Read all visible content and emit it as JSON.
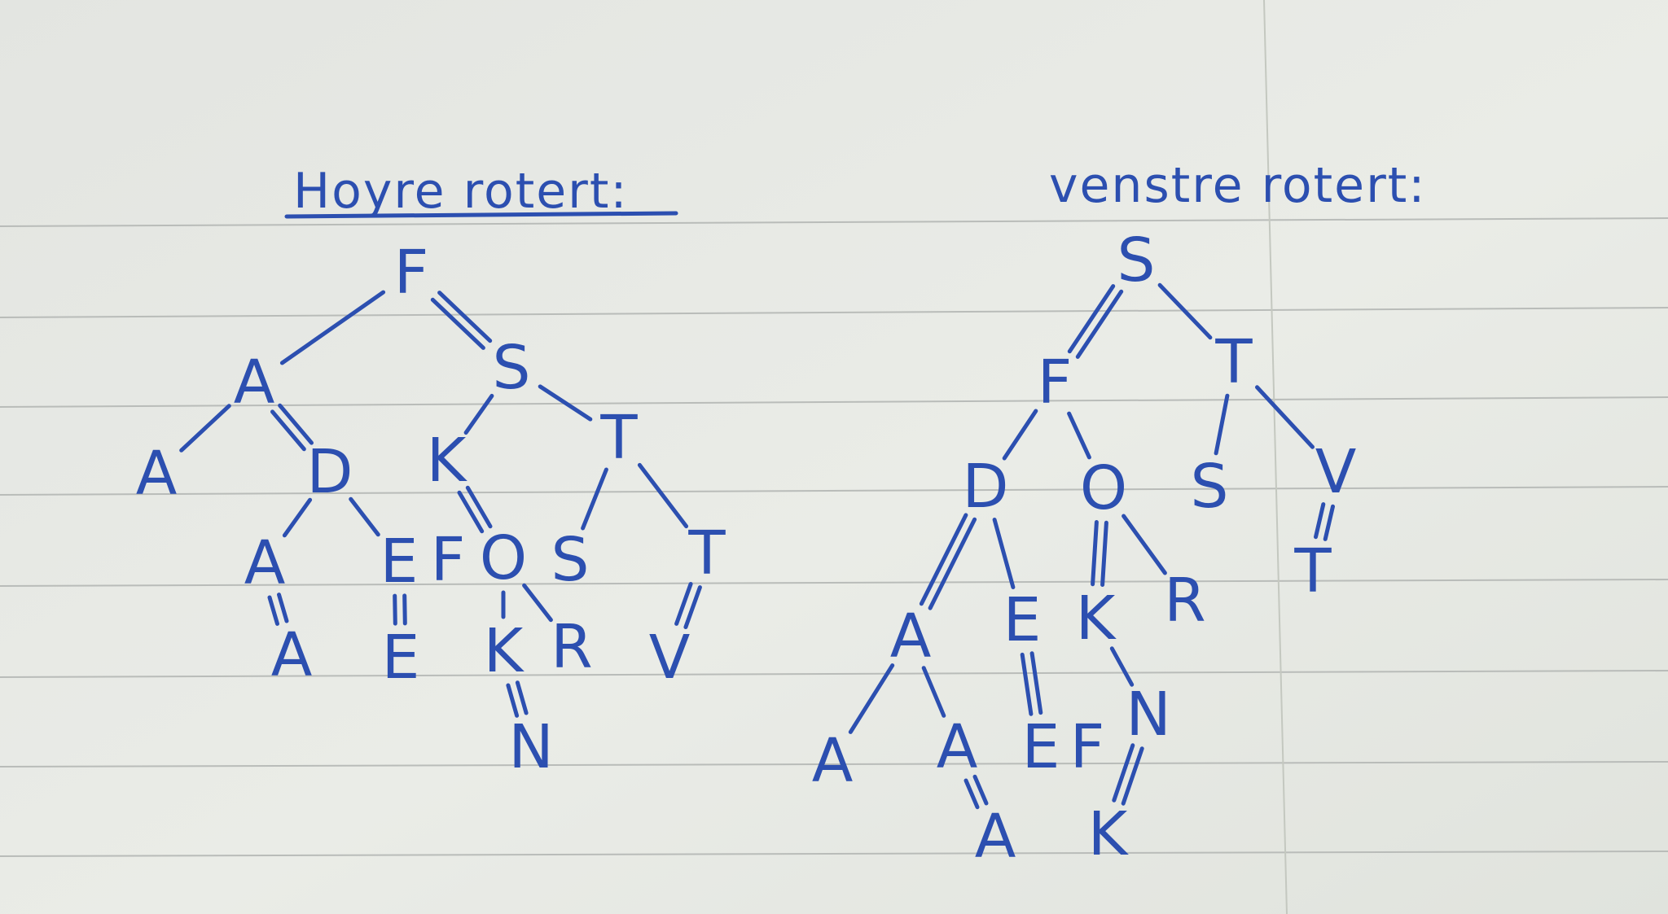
{
  "colors": {
    "paper": "#e7e9e4",
    "ink": "#2c4fb0",
    "rule": "#b9bcb9"
  },
  "trees": [
    {
      "id": "right",
      "title": "Hoyre rotert:",
      "nodes": [
        {
          "id": "r1",
          "label": "F"
        },
        {
          "id": "r2",
          "label": "A"
        },
        {
          "id": "r3",
          "label": "S"
        },
        {
          "id": "r4",
          "label": "A"
        },
        {
          "id": "r5",
          "label": "D"
        },
        {
          "id": "r6",
          "label": "K"
        },
        {
          "id": "r7",
          "label": "T"
        },
        {
          "id": "r8",
          "label": "A"
        },
        {
          "id": "r9",
          "label": "E"
        },
        {
          "id": "r10",
          "label": "F"
        },
        {
          "id": "r11",
          "label": "O"
        },
        {
          "id": "r12",
          "label": "S"
        },
        {
          "id": "r13",
          "label": "T"
        },
        {
          "id": "r14",
          "label": "A"
        },
        {
          "id": "r15",
          "label": "E"
        },
        {
          "id": "r16",
          "label": "K"
        },
        {
          "id": "r17",
          "label": "R"
        },
        {
          "id": "r18",
          "label": "V"
        },
        {
          "id": "r19",
          "label": "N"
        }
      ],
      "edges": [
        {
          "from": "r1",
          "to": "r2",
          "style": "single"
        },
        {
          "from": "r1",
          "to": "r3",
          "style": "double"
        },
        {
          "from": "r2",
          "to": "r4",
          "style": "single"
        },
        {
          "from": "r2",
          "to": "r5",
          "style": "double"
        },
        {
          "from": "r3",
          "to": "r6",
          "style": "single"
        },
        {
          "from": "r3",
          "to": "r7",
          "style": "single"
        },
        {
          "from": "r5",
          "to": "r8",
          "style": "single"
        },
        {
          "from": "r5",
          "to": "r9",
          "style": "single"
        },
        {
          "from": "r6",
          "to": "r11",
          "style": "double"
        },
        {
          "from": "r7",
          "to": "r12",
          "style": "single"
        },
        {
          "from": "r7",
          "to": "r13",
          "style": "single"
        },
        {
          "from": "r8",
          "to": "r14",
          "style": "double"
        },
        {
          "from": "r9",
          "to": "r15",
          "style": "double"
        },
        {
          "from": "r11",
          "to": "r16",
          "style": "single"
        },
        {
          "from": "r11",
          "to": "r17",
          "style": "single"
        },
        {
          "from": "r13",
          "to": "r18",
          "style": "double"
        },
        {
          "from": "r16",
          "to": "r19",
          "style": "double"
        }
      ]
    },
    {
      "id": "left",
      "title": "venstre rotert:",
      "nodes": [
        {
          "id": "l1",
          "label": "S"
        },
        {
          "id": "l2",
          "label": "F"
        },
        {
          "id": "l3",
          "label": "T"
        },
        {
          "id": "l4",
          "label": "D"
        },
        {
          "id": "l5",
          "label": "O"
        },
        {
          "id": "l6",
          "label": "S"
        },
        {
          "id": "l7",
          "label": "V"
        },
        {
          "id": "l8",
          "label": "E"
        },
        {
          "id": "l9",
          "label": "K"
        },
        {
          "id": "l10",
          "label": "R"
        },
        {
          "id": "l11",
          "label": "T"
        },
        {
          "id": "l12",
          "label": "A"
        },
        {
          "id": "l13",
          "label": "N"
        },
        {
          "id": "l14",
          "label": "A"
        },
        {
          "id": "l15",
          "label": "A"
        },
        {
          "id": "l16",
          "label": "E"
        },
        {
          "id": "l17",
          "label": "F"
        },
        {
          "id": "l18",
          "label": "A"
        },
        {
          "id": "l19",
          "label": "K"
        }
      ],
      "edges": [
        {
          "from": "l1",
          "to": "l2",
          "style": "double"
        },
        {
          "from": "l1",
          "to": "l3",
          "style": "single"
        },
        {
          "from": "l2",
          "to": "l4",
          "style": "single"
        },
        {
          "from": "l2",
          "to": "l5",
          "style": "single"
        },
        {
          "from": "l3",
          "to": "l6",
          "style": "single"
        },
        {
          "from": "l3",
          "to": "l7",
          "style": "single"
        },
        {
          "from": "l4",
          "to": "l8",
          "style": "single"
        },
        {
          "from": "l4",
          "to": "l12",
          "style": "double"
        },
        {
          "from": "l5",
          "to": "l9",
          "style": "double"
        },
        {
          "from": "l5",
          "to": "l10",
          "style": "single"
        },
        {
          "from": "l7",
          "to": "l11",
          "style": "double"
        },
        {
          "from": "l9",
          "to": "l13",
          "style": "single"
        },
        {
          "from": "l12",
          "to": "l14",
          "style": "single"
        },
        {
          "from": "l12",
          "to": "l15",
          "style": "single"
        },
        {
          "from": "l8",
          "to": "l16",
          "style": "double"
        },
        {
          "from": "l15",
          "to": "l18",
          "style": "double"
        },
        {
          "from": "l13",
          "to": "l19",
          "style": "double"
        }
      ]
    }
  ]
}
